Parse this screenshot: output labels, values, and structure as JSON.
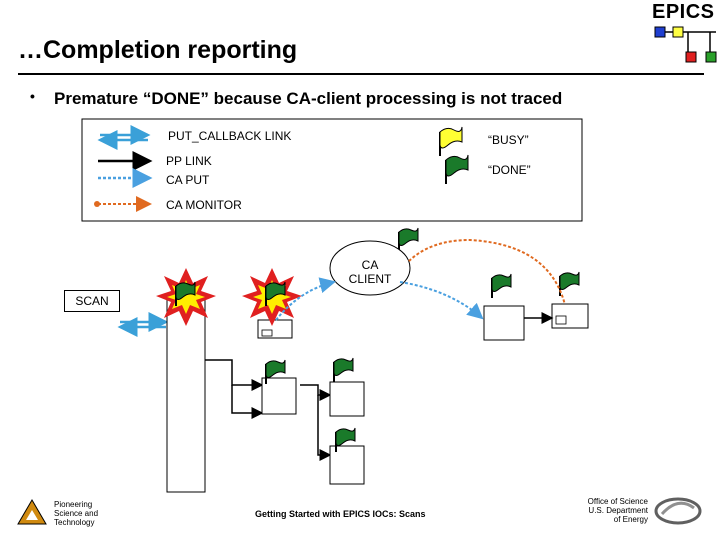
{
  "header": {
    "logo_text": "EPICS",
    "title": "…Completion reporting"
  },
  "bullet": {
    "marker": "•",
    "text": "Premature “DONE” because CA-client processing is not traced"
  },
  "legend": {
    "put_callback_link": "PUT_CALLBACK LINK",
    "pp_link": "PP LINK",
    "ca_put": "CA PUT",
    "ca_monitor": "CA MONITOR",
    "busy": "“BUSY”",
    "done": "“DONE”"
  },
  "diagram": {
    "ca_client_line1": "CA",
    "ca_client_line2": "CLIENT",
    "scan": "SCAN"
  },
  "colors": {
    "put_callback": "#3aa0d8",
    "pp_link": "#000000",
    "ca_put": "#4aa0e0",
    "ca_monitor": "#e06a20",
    "flag_busy": "#ffff33",
    "flag_done": "#1a7a2a",
    "burst_outer": "#e02020",
    "burst_inner": "#ffee00"
  },
  "footer": {
    "left_line1": "Pioneering",
    "left_line2": "Science and",
    "left_line3": "Technology",
    "center": "Getting Started with EPICS IOCs: Scans",
    "right_line1": "Office of Science",
    "right_line2": "U.S. Department",
    "right_line3": "of Energy"
  }
}
